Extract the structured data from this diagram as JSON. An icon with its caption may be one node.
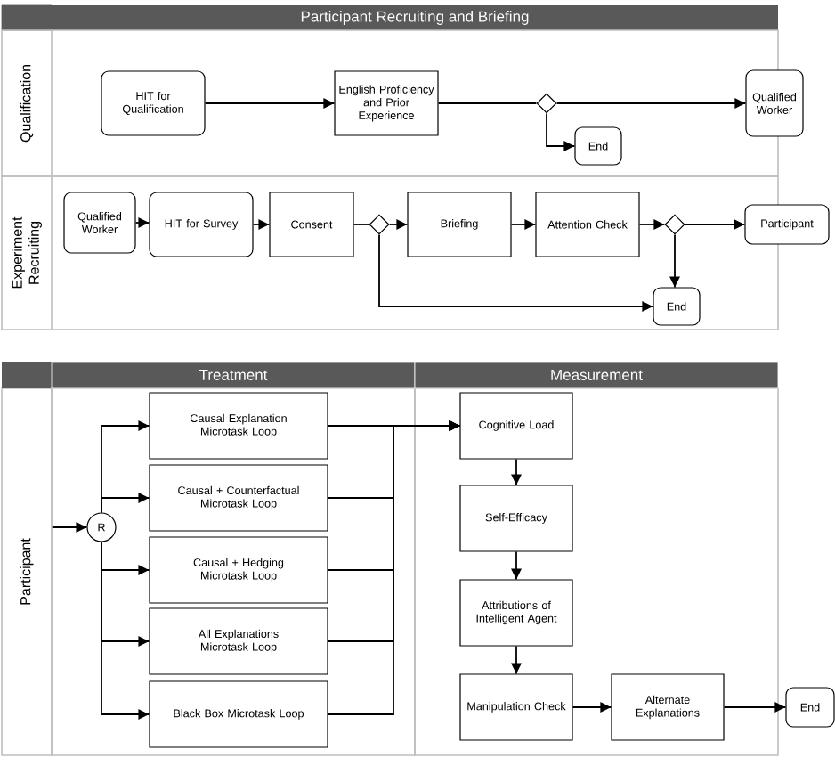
{
  "diagram": {
    "nodes": [
      {
        "text": [
          "Participant Recruiting and Briefing"
        ]
      },
      {
        "text": [
          "Qualification"
        ]
      },
      {
        "text": [
          "HIT for Qualification"
        ],
        "in": 1
      },
      {
        "text": [
          "English Proficiency and Prior Experience"
        ],
        "in": 1
      },
      {
        "text": [],
        "shape": "diamond",
        "in": 1
      },
      {
        "text": [
          "End"
        ],
        "in": 1
      },
      {
        "text": [
          "Qualified Worker"
        ]
      },
      {
        "text": [
          "Experiment Recruiting"
        ]
      },
      {
        "text": [
          "Qualified Worker"
        ],
        "in": 7
      },
      {
        "text": [
          "HIT for Survey"
        ],
        "in": 7
      },
      {
        "text": [
          "Consent"
        ],
        "in": 7
      },
      {
        "text": [],
        "shape": "diamond",
        "in": 7
      },
      {
        "text": [
          "Briefing"
        ],
        "in": 7
      },
      {
        "text": [
          "Attention Check"
        ],
        "in": 7
      },
      {
        "text": [],
        "shape": "diamond",
        "in": 7
      },
      {
        "text": [
          "Participant"
        ]
      },
      {
        "text": [
          "End"
        ],
        "in": 7
      },
      {
        "text": [
          "Participant"
        ]
      },
      {
        "text": [
          "Treatment"
        ]
      },
      {
        "text": [
          "R"
        ],
        "in": 18
      },
      {
        "text": [
          "Causal Explanation Microtask Loop"
        ],
        "in": 18
      },
      {
        "text": [
          "Causal + Counterfactual Microtask Loop"
        ],
        "in": 18
      },
      {
        "text": [
          "Causal + Hedging Microtask Loop"
        ],
        "in": 18
      },
      {
        "text": [
          "All Explanations Microtask Loop"
        ],
        "in": 18
      },
      {
        "text": [
          "Black Box Microtask Loop"
        ],
        "in": 18
      },
      {
        "text": [
          "Measurement"
        ]
      },
      {
        "text": [
          "Cognitive Load"
        ],
        "in": 25
      },
      {
        "text": [
          "Self-Efficacy"
        ],
        "in": 25
      },
      {
        "text": [
          "Attributions of Intelligent Agent"
        ],
        "in": 25
      },
      {
        "text": [
          "Manipulation Check"
        ],
        "in": 25
      },
      {
        "text": [
          "Alternate Explanations"
        ],
        "in": 25
      },
      {
        "text": [
          "End"
        ]
      }
    ],
    "edges": [
      {
        "from": 2,
        "to": 3,
        "arrow": "to"
      },
      {
        "from": 3,
        "to": 4,
        "arrow": "none"
      },
      {
        "from": 4,
        "to": 6,
        "arrow": "to"
      },
      {
        "from": 4,
        "to": 5,
        "arrow": "to"
      },
      {
        "from": 8,
        "to": 9,
        "arrow": "to"
      },
      {
        "from": 9,
        "to": 10,
        "arrow": "to"
      },
      {
        "from": 10,
        "to": 11,
        "arrow": "none"
      },
      {
        "from": 11,
        "to": 12,
        "arrow": "to"
      },
      {
        "from": 11,
        "to": 16,
        "arrow": "to"
      },
      {
        "from": 12,
        "to": 13,
        "arrow": "to"
      },
      {
        "from": 13,
        "to": 14,
        "arrow": "to"
      },
      {
        "from": 14,
        "to": 15,
        "arrow": "to"
      },
      {
        "from": 14,
        "to": 16,
        "arrow": "to"
      },
      {
        "from": 17,
        "to": 19,
        "arrow": "to"
      },
      {
        "from": 19,
        "to": 20,
        "arrow": "to"
      },
      {
        "from": 19,
        "to": 21,
        "arrow": "to"
      },
      {
        "from": 19,
        "to": 22,
        "arrow": "to"
      },
      {
        "from": 19,
        "to": 23,
        "arrow": "to"
      },
      {
        "from": 19,
        "to": 24,
        "arrow": "to"
      },
      {
        "from": 20,
        "to": 26,
        "arrow": "to"
      },
      {
        "from": 21,
        "to": 26,
        "arrow": "to"
      },
      {
        "from": 22,
        "to": 26,
        "arrow": "to"
      },
      {
        "from": 23,
        "to": 26,
        "arrow": "to"
      },
      {
        "from": 24,
        "to": 26,
        "arrow": "to"
      },
      {
        "from": 26,
        "to": 27,
        "arrow": "to"
      },
      {
        "from": 27,
        "to": 28,
        "arrow": "to"
      },
      {
        "from": 28,
        "to": 29,
        "arrow": "to"
      },
      {
        "from": 29,
        "to": 30,
        "arrow": "to"
      },
      {
        "from": 30,
        "to": 31,
        "arrow": "to"
      }
    ]
  }
}
